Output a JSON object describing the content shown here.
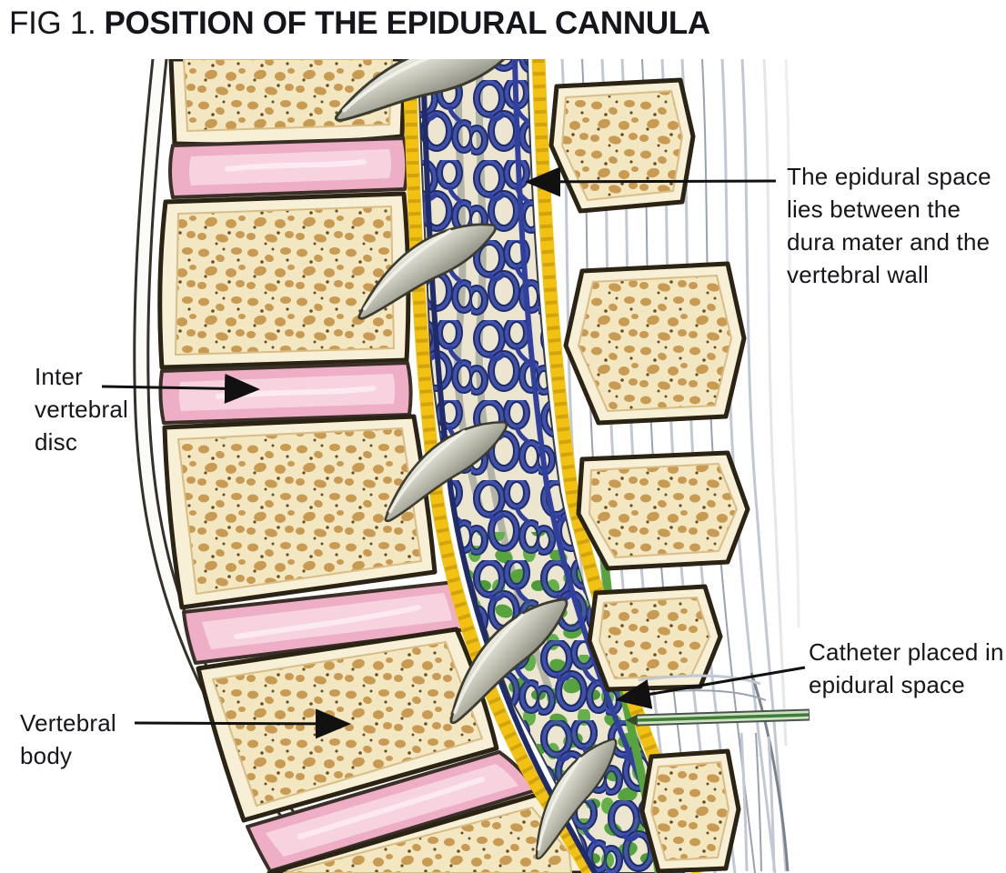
{
  "figure": {
    "title_prefix": "FIG 1.",
    "title": "POSITION OF THE EPIDURAL CANNULA"
  },
  "labels": {
    "epidural_space": "The epidural space lies between the dura mater and the vertebral wall",
    "intervertebral_disc": "Inter vertebral disc",
    "vertebral_body": "Vertebral body",
    "catheter": "Catheter placed in epidural space"
  },
  "illustration_parts": {
    "vertebral_body": "vertebral body (trabecular bone)",
    "intervertebral_disc": "intervertebral disc",
    "epidural_venous_plexus": "epidural venous plexus",
    "ligamentum_flavum": "ligamentum flavum (yellow ligament)",
    "spinous_process": "spinous process",
    "interspinous_ligament": "interspinous ligament",
    "nerve_root": "spinal nerve root",
    "epidural_catheter": "epidural catheter",
    "anesthetic_spread": "anesthetic in epidural space"
  },
  "colors": {
    "text_color": "#15161c",
    "arrow_color": "#111111",
    "bone_outline": "#2b2415",
    "bone_fill": "#efe0b4",
    "bone_spot": "#c89a52",
    "disc_pink": "#eeaec6",
    "disc_highlight": "#f7d3e0",
    "ligament_yellow": "#f3c112",
    "ligament_gray": "#c2c8d3",
    "vein_blue": "#4052a8",
    "vein_dark": "#1f2b6a",
    "fluid_green": "#57a33e",
    "catheter_green": "#3f7d37",
    "nerve_gray": "#b5b5a8"
  }
}
